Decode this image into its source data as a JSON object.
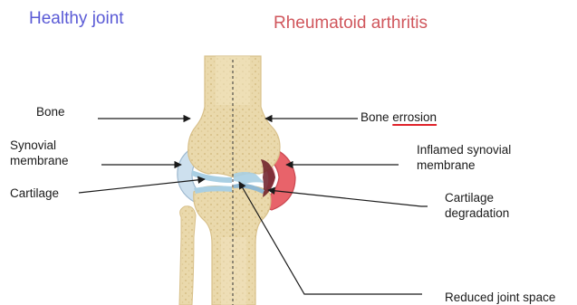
{
  "headings": {
    "left": "Healthy joint",
    "right": "Rheumatoid arthritis"
  },
  "labels": {
    "bone": "Bone",
    "synovial_line1": "Synovial",
    "synovial_line2": "membrane",
    "cartilage": "Cartilage",
    "bone_erosion_word1": "Bone",
    "bone_erosion_word2": "errosion",
    "inflamed_line1": "Inflamed synovial",
    "inflamed_line2": "membrane",
    "cartilage_deg_line1": "Cartilage",
    "cartilage_deg_line2": "degradation",
    "reduced_joint_space": "Reduced joint space"
  },
  "colors": {
    "healthy_heading": "#5a5ad6",
    "ra_heading": "#d0565c",
    "bone_fill": "#ead9ac",
    "bone_edge": "#d8c08a",
    "synovial_healthy": "#cde0ee",
    "inflamed": "#e8636a",
    "inflamed_light": "#f5a7ab",
    "cartilage": "#a9cfe3",
    "spell_underline": "#e0222a"
  }
}
